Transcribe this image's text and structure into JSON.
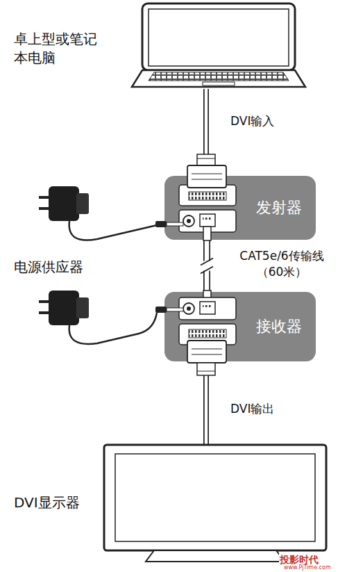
{
  "diagram": {
    "nodes": [
      {
        "text": [
          "卓上型或笔记 本电脑"
        ]
      },
      {
        "text": [
          "发射器"
        ]
      },
      {
        "text": [
          "接收器"
        ]
      },
      {
        "text": [
          "DVI显示器"
        ]
      }
    ],
    "edges": [
      {
        "from": 0,
        "to": 1,
        "label": "DVI输入",
        "arrow": "none"
      },
      {
        "from": 1,
        "to": 2,
        "label": "CAT5e/6传输线 （60米）",
        "arrow": "none"
      },
      {
        "from": 2,
        "to": 3,
        "label": "DVI输出",
        "arrow": "none"
      }
    ],
    "labels": [
      "电源供应器",
      "投影时代",
      "www.PjTime.com"
    ]
  }
}
